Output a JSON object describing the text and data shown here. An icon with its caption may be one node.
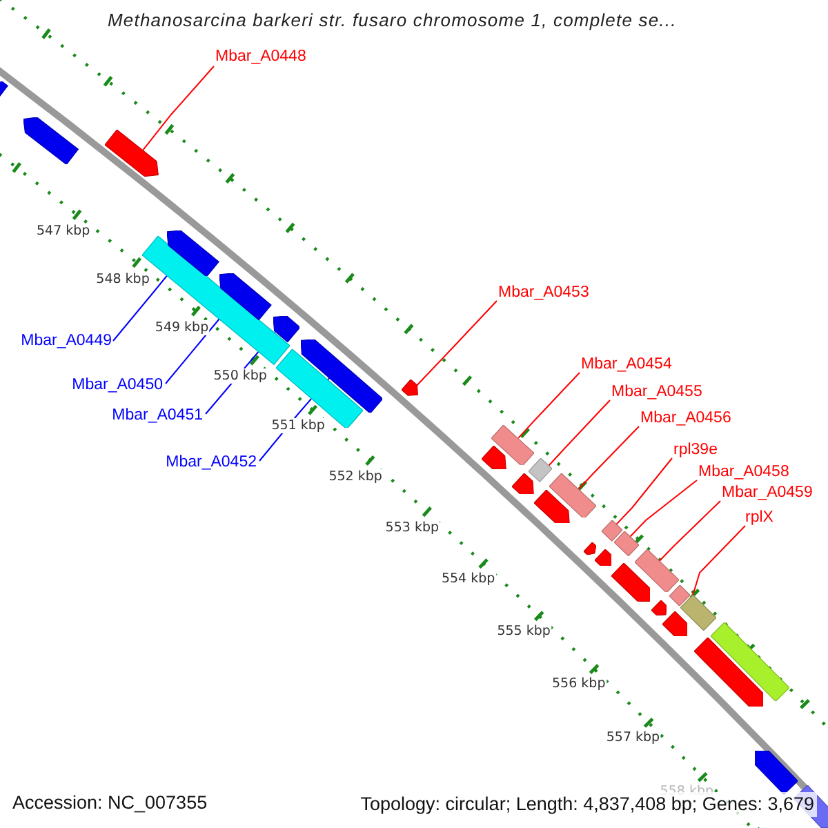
{
  "diagram": {
    "title": "Methanosarcina barkeri str. fusaro chromosome 1, complete se...",
    "nodes": [
      {
        "text": [
          "Mbar_A0448"
        ]
      },
      {
        "text": [
          "Mbar_A0453"
        ]
      },
      {
        "text": [
          "Mbar_A0449"
        ]
      },
      {
        "text": [
          "Mbar_A0454"
        ]
      },
      {
        "text": [
          "Mbar_A0450"
        ]
      },
      {
        "text": [
          "Mbar_A0455"
        ]
      },
      {
        "text": [
          "Mbar_A0451"
        ]
      },
      {
        "text": [
          "Mbar_A0456"
        ]
      },
      {
        "text": [
          "rpl39e"
        ]
      },
      {
        "text": [
          "Mbar_A0452"
        ]
      },
      {
        "text": [
          "Mbar_A0458"
        ]
      },
      {
        "text": [
          "Mbar_A0459"
        ]
      },
      {
        "text": [
          "rplX"
        ]
      },
      {
        "text": [],
        "shape": "arrow"
      },
      {
        "text": [],
        "shape": "arrow"
      },
      {
        "text": [],
        "shape": "arrow"
      },
      {
        "text": [],
        "shape": "bar"
      },
      {
        "text": [],
        "shape": "arrow"
      },
      {
        "text": [],
        "shape": "arrow"
      },
      {
        "text": [],
        "shape": "arrow"
      },
      {
        "text": [],
        "shape": "bar"
      },
      {
        "text": [],
        "shape": "arrow"
      },
      {
        "text": [],
        "shape": "arrow"
      },
      {
        "text": [],
        "shape": "arrow"
      },
      {
        "text": [],
        "shape": "bar"
      },
      {
        "text": [],
        "shape": "arrow"
      },
      {
        "text": [],
        "shape": "bar"
      },
      {
        "text": [],
        "shape": "arrow"
      },
      {
        "text": [],
        "shape": "bar"
      },
      {
        "text": [],
        "shape": "arrow"
      },
      {
        "text": [],
        "shape": "arrow"
      },
      {
        "text": [],
        "shape": "bar"
      },
      {
        "text": [],
        "shape": "arrow"
      },
      {
        "text": [],
        "shape": "bar"
      },
      {
        "text": [],
        "shape": "bar"
      },
      {
        "text": [],
        "shape": "arrow"
      },
      {
        "text": [],
        "shape": "arrow"
      },
      {
        "text": [],
        "shape": "bar"
      },
      {
        "text": [],
        "shape": "bar"
      },
      {
        "text": [],
        "shape": "arrow"
      },
      {
        "text": [],
        "shape": "bar"
      },
      {
        "text": [],
        "shape": "arrow"
      },
      {
        "text": [],
        "shape": "arrow"
      }
    ],
    "edges": [
      {
        "from": 0,
        "to": 15,
        "arrow": "none"
      },
      {
        "from": 1,
        "to": 22,
        "arrow": "none"
      },
      {
        "from": 2,
        "to": 17,
        "arrow": "none",
        "color": "#0000ff"
      },
      {
        "from": 3,
        "to": 24,
        "arrow": "none"
      },
      {
        "from": 4,
        "to": 18,
        "arrow": "none",
        "color": "#0000ff"
      },
      {
        "from": 5,
        "to": 26,
        "arrow": "none"
      },
      {
        "from": 6,
        "to": 19,
        "arrow": "none",
        "color": "#0000ff"
      },
      {
        "from": 7,
        "to": 28,
        "arrow": "none"
      },
      {
        "from": 8,
        "to": 31,
        "arrow": "none"
      },
      {
        "from": 9,
        "to": 21,
        "arrow": "none",
        "color": "#0000ff"
      },
      {
        "from": 10,
        "to": 33,
        "arrow": "none"
      },
      {
        "from": 11,
        "to": 34,
        "arrow": "none"
      },
      {
        "from": 12,
        "to": 38,
        "arrow": "none"
      }
    ],
    "labels": [
      "547 kbp",
      "548 kbp",
      "549 kbp",
      "550 kbp",
      "551 kbp",
      "552 kbp",
      "553 kbp",
      "554 kbp",
      "555 kbp",
      "556 kbp",
      "557 kbp",
      "558 kbp",
      "Accession: NC_007355",
      "Topology: circular; Length: 4,837,408 bp; Genes: 3,679"
    ]
  }
}
